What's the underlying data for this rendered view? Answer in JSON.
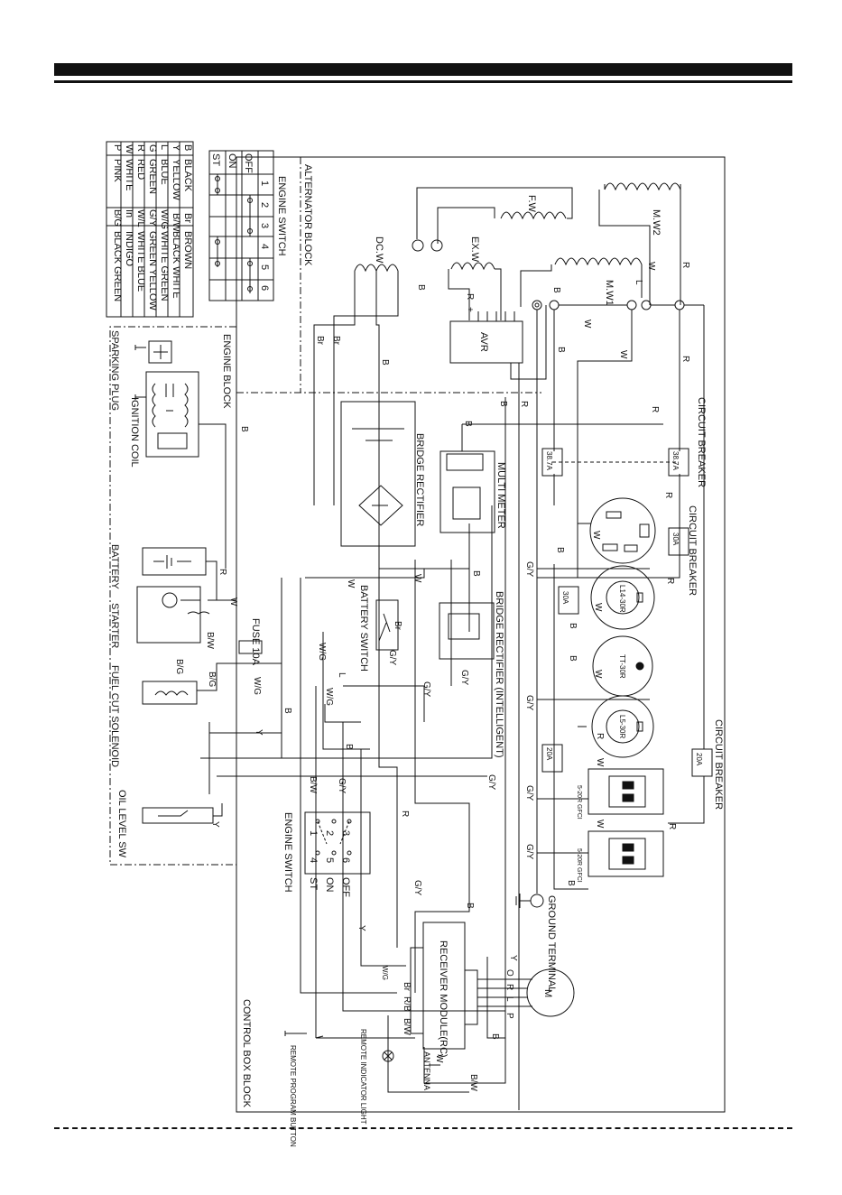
{
  "color_legend": [
    {
      "code": "B",
      "name": "BLACK",
      "code2": "Br",
      "name2": "BROWN"
    },
    {
      "code": "Y",
      "name": "YELLOW",
      "code2": "B/W",
      "name2": "BLACK WHITE"
    },
    {
      "code": "L",
      "name": "BLUE",
      "code2": "W/G",
      "name2": "WHITE GREEN"
    },
    {
      "code": "G",
      "name": "GREEN",
      "code2": "G/Y",
      "name2": "GREEN YELLOW"
    },
    {
      "code": "R",
      "name": "RED",
      "code2": "W/L",
      "name2": "WHITE BLUE"
    },
    {
      "code": "W",
      "name": "WHITE",
      "code2": "In",
      "name2": "INDIGO"
    },
    {
      "code": "P",
      "name": "PINK",
      "code2": "B/G",
      "name2": "BLACK GREEN"
    }
  ],
  "engine_switch_table": {
    "title": "ENGINE SWITCH",
    "columns": [
      "1",
      "2",
      "3",
      "4",
      "5",
      "6"
    ],
    "rows": [
      "OFF",
      "ON",
      "ST"
    ]
  },
  "blocks": {
    "alternator": "ALTERNATOR BLOCK",
    "engine": "ENGINE BLOCK",
    "control_box": "CONTROL BOX BLOCK"
  },
  "components": {
    "sparking_plug": "SPARKING PLUG",
    "ignition_coil": "IGNITION COIL",
    "battery": "BATTERY",
    "starter": "STARTER",
    "fuel_cut_solenoid": "FUEL CUT SOLENOID",
    "oil_level_sw": "OIL LEVEL SW",
    "fuse": "FUSE 10A",
    "bridge_rectifier": "BRIDGE RECTIFIER",
    "bridge_rectifier_intelligent": "BRIDGE RECTIFIER (INTELLIGENT)",
    "multi_meter": "MULTI METER",
    "battery_switch": "BATTERY SWITCH",
    "engine_switch": "ENGINE SWITCH",
    "receiver_module": "RECEIVER MODULE(RC)",
    "antenna": "ANTENNA",
    "remote_program_button": "REMOTE PROGRAM BUTTON",
    "remote_indicator_light": "REMOTE INDICATOR LIGHT",
    "ground_terminal": "GROUND TERMINAL",
    "avr": "AVR",
    "circuit_breaker_1": "CIRCUIT BREAKER",
    "circuit_breaker_2": "CIRCUIT BREAKER",
    "circuit_breaker_3": "CIRCUIT BREAKER",
    "motor": "M"
  },
  "windings": {
    "dcw": "DC.W",
    "exw": "EX.W",
    "fw": "F.W",
    "mw1": "M.W1",
    "mw2": "M.W2"
  },
  "breaker_ratings": {
    "cb1": "38.7A",
    "cb2": "38.7A",
    "cb3": "30A",
    "cb4": "30A",
    "cb5": "20A",
    "cb6": "20A"
  },
  "outlets": {
    "o1": "L14-30R",
    "o2": "TT-30R",
    "o3": "L5-30R",
    "o4": "5-20R GFCI",
    "o5": "5-20R GFCI"
  },
  "engine_switch_positions": {
    "p1": "1",
    "p2": "2",
    "p3": "3",
    "p4": "4",
    "p5": "5",
    "p6": "6",
    "off": "OFF",
    "on": "ON",
    "st": "ST"
  },
  "wire_labels": {
    "r": "R",
    "w": "W",
    "b": "B",
    "br": "Br",
    "gy": "G/Y",
    "bw": "B/W",
    "wg": "W/G",
    "bg": "B/G",
    "y": "Y",
    "l": "L",
    "p": "P",
    "o": "O",
    "rb": "R/B",
    "plus": "+"
  }
}
